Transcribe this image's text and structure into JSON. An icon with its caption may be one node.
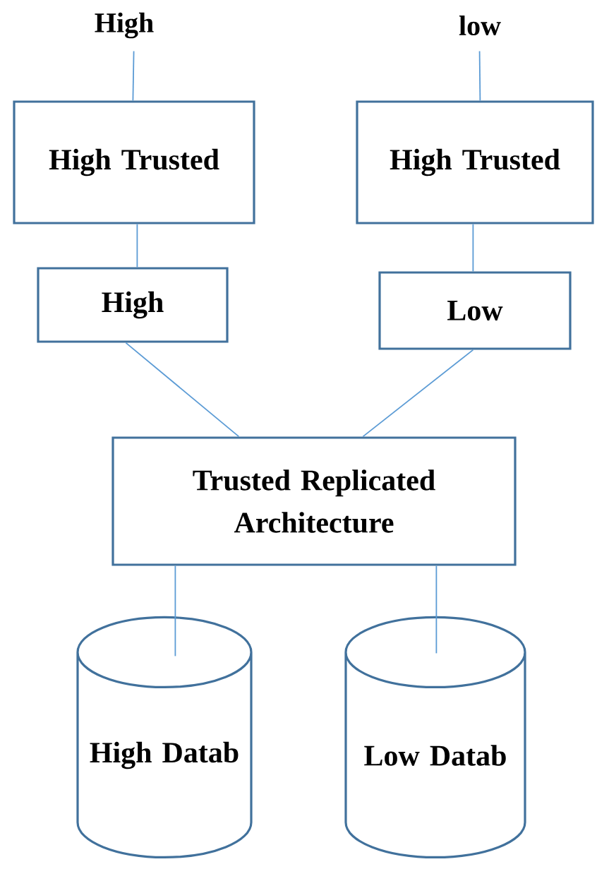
{
  "diagram": {
    "nodes": [
      {
        "text": [
          "High"
        ]
      },
      {
        "text": [
          "low"
        ]
      },
      {
        "text": [
          "High Trusted"
        ]
      },
      {
        "text": [
          "High Trusted"
        ]
      },
      {
        "text": [
          "High"
        ]
      },
      {
        "text": [
          "Low"
        ]
      },
      {
        "text": [
          "Trusted Replicated Architecture"
        ]
      },
      {
        "text": [
          "High Datab"
        ]
      },
      {
        "text": [
          "Low Datab"
        ]
      }
    ],
    "edges": [
      {
        "from": 0,
        "to": 2,
        "arrow": "none"
      },
      {
        "from": 1,
        "to": 3,
        "arrow": "none"
      },
      {
        "from": 2,
        "to": 4,
        "arrow": "none"
      },
      {
        "from": 3,
        "to": 5,
        "arrow": "none"
      },
      {
        "from": 4,
        "to": 6,
        "arrow": "none"
      },
      {
        "from": 5,
        "to": 6,
        "arrow": "none"
      },
      {
        "from": 6,
        "to": 7,
        "arrow": "none"
      },
      {
        "from": 6,
        "to": 8,
        "arrow": "none"
      }
    ]
  }
}
